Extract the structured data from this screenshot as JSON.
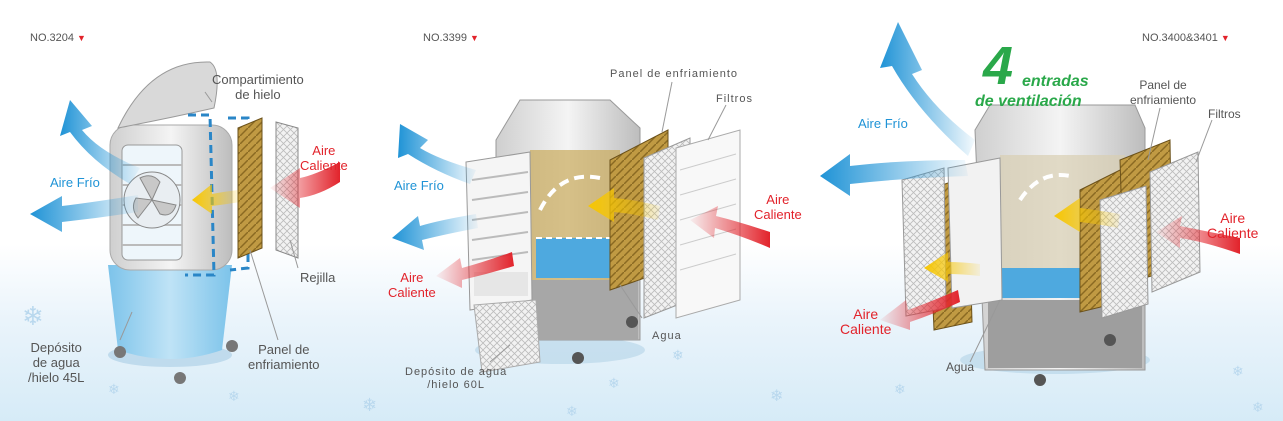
{
  "colors": {
    "cold": "#1f93d6",
    "hot": "#e2232b",
    "green": "#2aa84a",
    "pad": "#c09a43",
    "tank": "#9fd4f1"
  },
  "models": [
    {
      "label": "NO.3204",
      "marker": "▼"
    },
    {
      "label": "NO.3399",
      "marker": "▼"
    },
    {
      "label": "NO.3400&3401",
      "marker": "▼"
    }
  ],
  "cooler1": {
    "ice_compartment": [
      "Compartimiento",
      "de hielo"
    ],
    "cold_air": "Aire Frío",
    "hot_air": [
      "Aire",
      "Caliente"
    ],
    "grille": "Rejilla",
    "cooling_pad": [
      "Panel de",
      "enfriamiento"
    ],
    "tank": [
      "Depósito",
      "de agua",
      "/hielo 45L"
    ]
  },
  "cooler2": {
    "cooling_pad": "Panel de enfriamiento",
    "filters": "Filtros",
    "cold_air": "Aire Frío",
    "hot_air_right": [
      "Aire",
      "Caliente"
    ],
    "hot_air_left": [
      "Aire",
      "Caliente"
    ],
    "water": "Agua",
    "tank": [
      "Depósito de agua",
      "/hielo 60L"
    ]
  },
  "cooler3": {
    "badge_number": "4",
    "badge_line1": "entradas",
    "badge_line2": "de ventilación",
    "cooling_pad": [
      "Panel de",
      "enfriamiento"
    ],
    "filters": "Filtros",
    "cold_air": "Aire Frío",
    "hot_air_right": [
      "Aire",
      "Caliente"
    ],
    "hot_air_left": [
      "Aire",
      "Caliente"
    ],
    "water": "Agua"
  },
  "decor": {
    "snowflake": "❄"
  }
}
